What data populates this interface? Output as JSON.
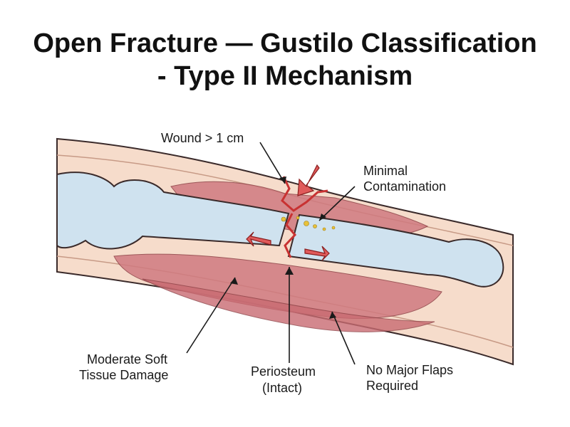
{
  "title": {
    "line1": "Open Fracture — Gustilo Classification",
    "line2": "- Type II Mechanism"
  },
  "labels": {
    "wound": "Wound > 1 cm",
    "contamination_1": "Minimal",
    "contamination_2": "Contamination",
    "soft_tissue_1": "Moderate Soft",
    "soft_tissue_2": "Tissue Damage",
    "periosteum_1": "Periosteum",
    "periosteum_2": "(Intact)",
    "flaps_1": "No Major Flaps",
    "flaps_2": "Required"
  },
  "colors": {
    "skin": "#f6dccb",
    "bone": "#cfe2ef",
    "muscle": "#d07a80",
    "arrow": "#e05a5a",
    "outline": "#3a2a2a"
  }
}
